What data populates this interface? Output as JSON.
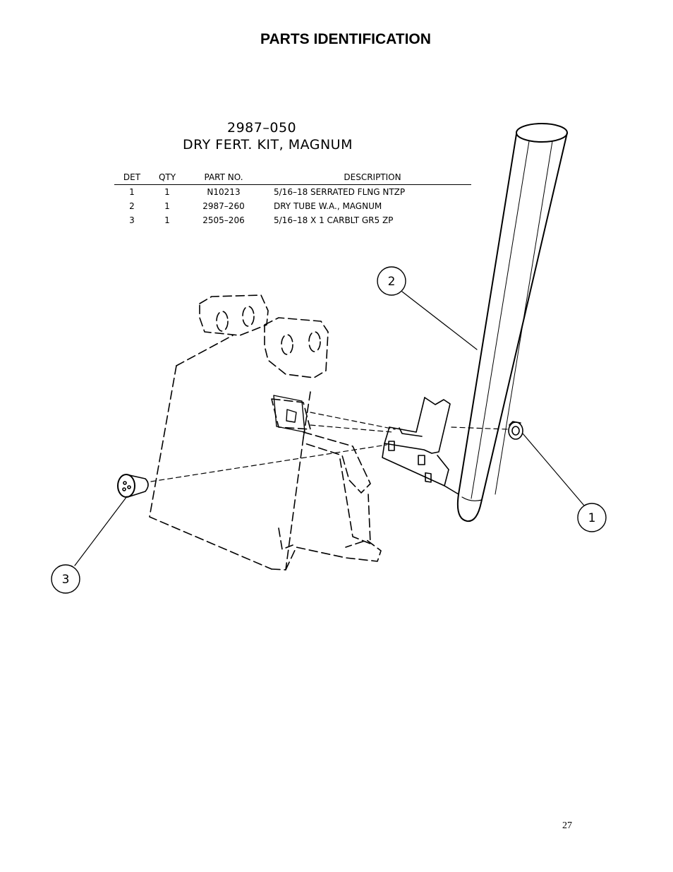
{
  "page": {
    "heading": "PARTS IDENTIFICATION",
    "page_number": "27"
  },
  "kit": {
    "number": "2987–050",
    "name": "DRY FERT. KIT, MAGNUM"
  },
  "table": {
    "headers": [
      "DET",
      "QTY",
      "PART NO.",
      "DESCRIPTION"
    ],
    "rows": [
      [
        "1",
        "1",
        "N10213",
        "5/16–18 SERRATED FLNG NTZP"
      ],
      [
        "2",
        "1",
        "2987–260",
        "DRY TUBE W.A., MAGNUM"
      ],
      [
        "3",
        "1",
        "2505–206",
        "5/16–18 X 1 CARBLT GR5 ZP"
      ]
    ]
  },
  "callouts": {
    "one": "1",
    "two": "2",
    "three": "3"
  }
}
